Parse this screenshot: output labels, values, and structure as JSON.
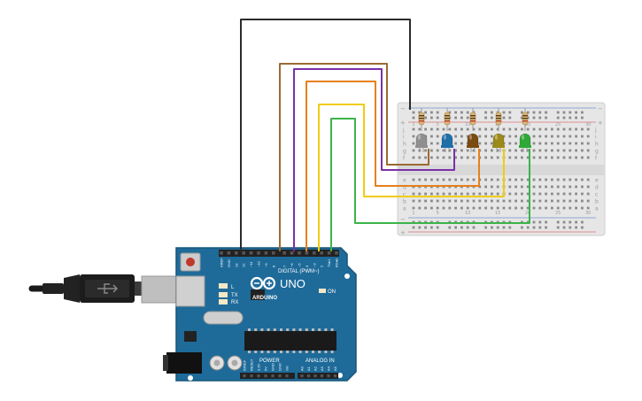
{
  "board": {
    "model": "UNO",
    "brand": "ARDUINO",
    "digital_label": "DIGITAL (PWM~)",
    "power_label": "POWER",
    "analog_label": "ANALOG IN",
    "tx_label": "TX",
    "rx_label": "RX",
    "on_label": "ON",
    "l_label": "L",
    "top_pins": [
      "AREF",
      "GND",
      "13",
      "12",
      "~11",
      "~10",
      "~9",
      "8",
      "7",
      "~6",
      "~5",
      "4",
      "~3",
      "2",
      "TX▸1",
      "RX◂0"
    ],
    "power_pins": [
      "IOREF",
      "RESET",
      "3.3V",
      "5V",
      "GND",
      "GND",
      "Vin"
    ],
    "analog_pins": [
      "A0",
      "A1",
      "A2",
      "A3",
      "A4",
      "A5"
    ]
  },
  "breadboard": {
    "rail_plus": "+",
    "rail_minus": "−",
    "row_letters_top": [
      "j",
      "i",
      "h",
      "g",
      "f"
    ],
    "row_letters_bottom": [
      "e",
      "d",
      "c",
      "b",
      "a"
    ],
    "column_numbers": [
      "1",
      "5",
      "10",
      "15",
      "20",
      "25",
      "30"
    ]
  },
  "leds": [
    {
      "color": "#8f8f8f"
    },
    {
      "color": "#1f6fa8"
    },
    {
      "color": "#7a4a10"
    },
    {
      "color": "#9c8a18"
    },
    {
      "color": "#2ea836"
    }
  ],
  "wire_colors": {
    "ground": "#2b2b2b",
    "brown": "#9a6a32",
    "purple": "#7a30a8",
    "orange": "#e6801c",
    "yellow": "#f0cc10",
    "green": "#3cb44a"
  },
  "colors": {
    "board": "#1e6b9a",
    "board_edge": "#175579",
    "breadboard": "#e6e6e6"
  }
}
